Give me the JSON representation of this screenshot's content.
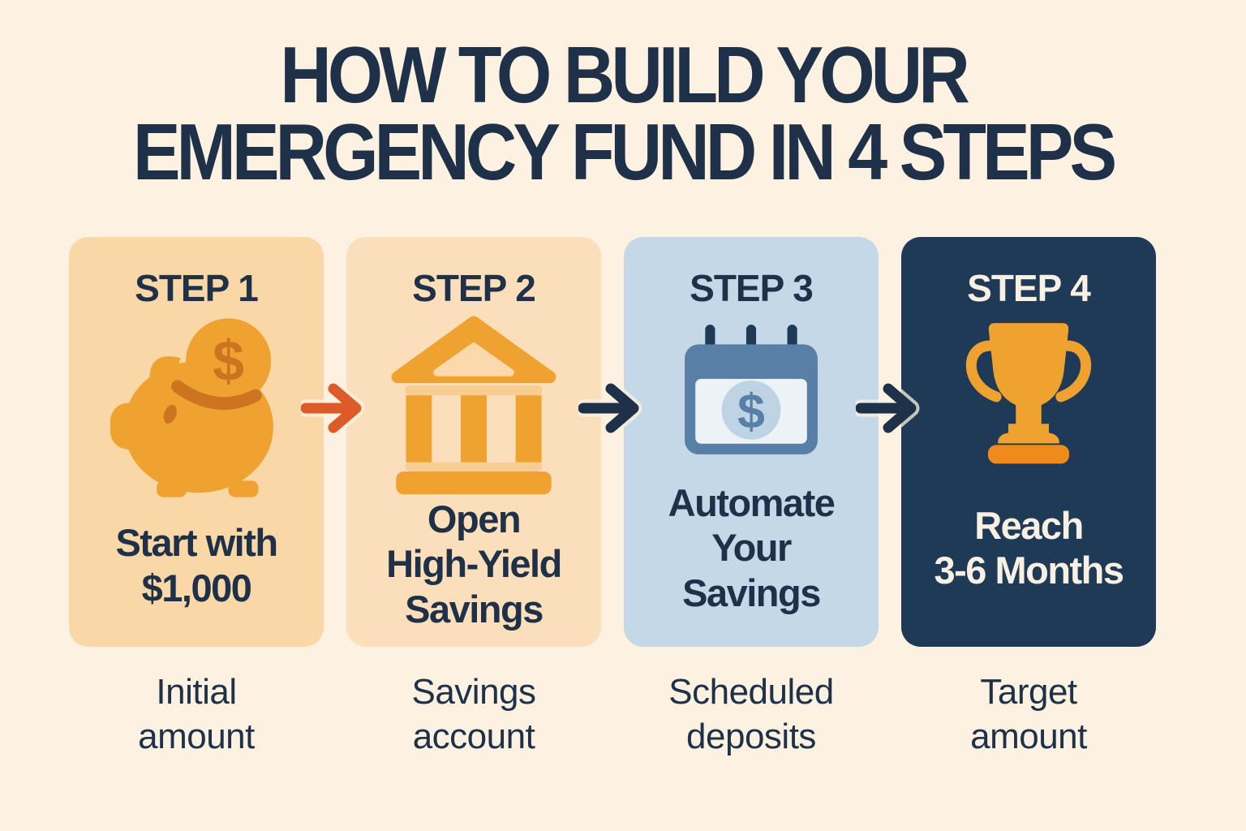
{
  "title": {
    "line1": "HOW TO BUILD YOUR",
    "line2": "EMERGENCY FUND IN 4 STEPS"
  },
  "steps": [
    {
      "label": "STEP 1",
      "icon": "piggy-bank-icon",
      "text_lines": [
        "Start with",
        "$1,000"
      ],
      "caption_lines": [
        "Initial",
        "amount"
      ]
    },
    {
      "label": "STEP 2",
      "icon": "bank-icon",
      "text_lines": [
        "Open",
        "High-Yield",
        "Savings"
      ],
      "caption_lines": [
        "Savings",
        "account"
      ]
    },
    {
      "label": "STEP 3",
      "icon": "calendar-dollar-icon",
      "text_lines": [
        "Automate",
        "Your",
        "Savings"
      ],
      "caption_lines": [
        "Scheduled",
        "deposits"
      ]
    },
    {
      "label": "STEP 4",
      "icon": "trophy-icon",
      "text_lines": [
        "Reach",
        "3-6 Months"
      ],
      "caption_lines": [
        "Target",
        "amount"
      ]
    }
  ],
  "dollar_sign": "$",
  "colors": {
    "background": "#fdf2e2",
    "ink-navy": "#1e3149",
    "card-1-peach": "#fad7a6",
    "card-2-peach": "#fbdfbb",
    "card-3-blue": "#c5d8e7",
    "card-4-navy": "#1e3a56",
    "cream-text": "#f8f0e2",
    "icon-orange": "#f0a231",
    "icon-orange-dark": "#cd7420",
    "icon-orange-light": "#f8cd92",
    "bank-triangle": "#fbd9ad",
    "arrow-orange": "#dd5b28",
    "calendar-blue": "#587fa6",
    "calendar-body": "#edf2f7",
    "calendar-circle": "#bed3e4",
    "trophy-base": "#ef8a1c"
  }
}
